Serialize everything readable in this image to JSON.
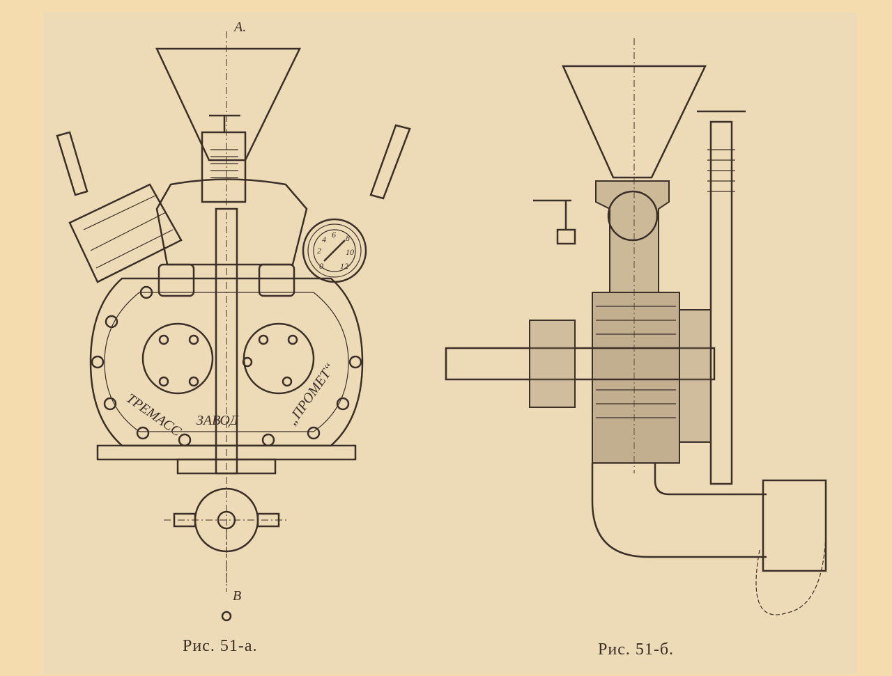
{
  "figure_a": {
    "caption": "Рис. 51-а.",
    "axis_top_label": "А.",
    "axis_bottom_label": "В",
    "nameplate": [
      "ТРЕМАСС",
      "ЗАВОД",
      "„ПРОМЕТ“"
    ],
    "gauge_scale": [
      "0",
      "2",
      "4",
      "6",
      "8",
      "10",
      "12"
    ]
  },
  "figure_b": {
    "caption": "Рис. 51-б."
  },
  "colors": {
    "ink": "#3b2f27",
    "paper": "#eddab6",
    "border": "#f4dcae"
  }
}
